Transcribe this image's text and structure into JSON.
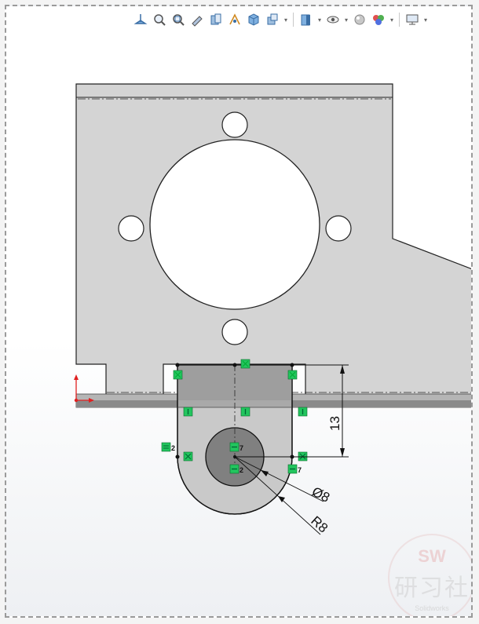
{
  "toolbar": {
    "icons": [
      "view-orientation-icon",
      "zoom-to-fit-icon",
      "zoom-to-area-icon",
      "previous-view-icon",
      "section-view-icon",
      "dynamic-annotation-icon",
      "view-orientation-cube-icon",
      "display-style-icon",
      "hide-show-icon",
      "edit-appearance-icon",
      "apply-scene-icon",
      "view-settings-icon",
      "monitor-icon"
    ]
  },
  "sketch": {
    "dim_height": "13",
    "dim_diameter": "Ø8",
    "dim_radius": "R8",
    "relation_tag_2a": "2",
    "relation_tag_7a": "7",
    "relation_tag_2b": "2",
    "relation_tag_7b": "7"
  },
  "colors": {
    "plate": "#d4d4d4",
    "hole_fill": "#ffffff",
    "sketch_region": "#a9a9a9",
    "boss_circle": "#808080",
    "relation_green": "#22c55e",
    "origin_red": "#e02020"
  },
  "watermark": {
    "logo": "SW",
    "name": "研习社",
    "url": "Solidworks"
  }
}
